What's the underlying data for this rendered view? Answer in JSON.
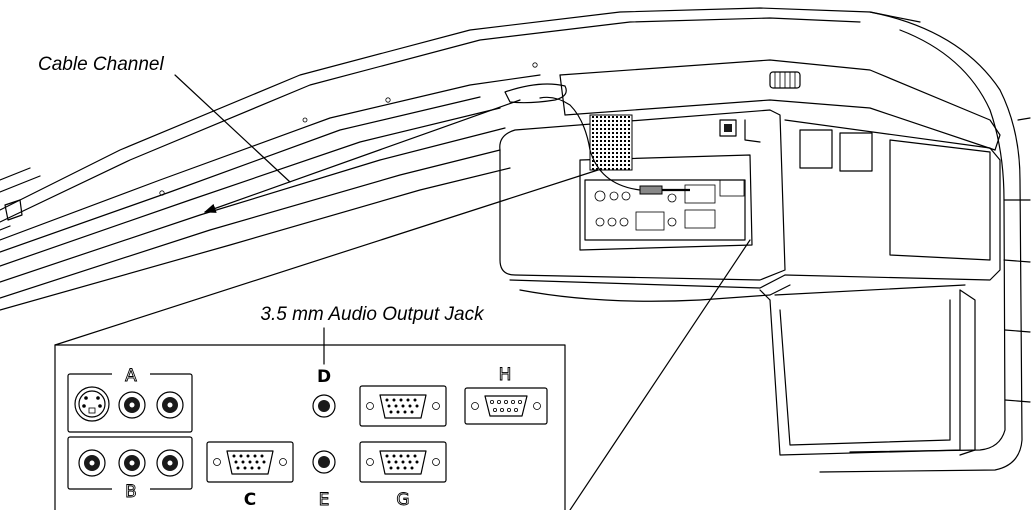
{
  "labels": {
    "cable_channel": "Cable Channel",
    "audio_jack": "3.5 mm Audio Output Jack"
  },
  "ports": {
    "a": "A",
    "b": "B",
    "c": "C",
    "d": "D",
    "e": "E",
    "g": "G",
    "h": "H"
  },
  "colors": {
    "line": "#000000",
    "background": "#ffffff",
    "panel_shade": "#e8e8e8",
    "dark_fill": "#1a1a1a"
  }
}
